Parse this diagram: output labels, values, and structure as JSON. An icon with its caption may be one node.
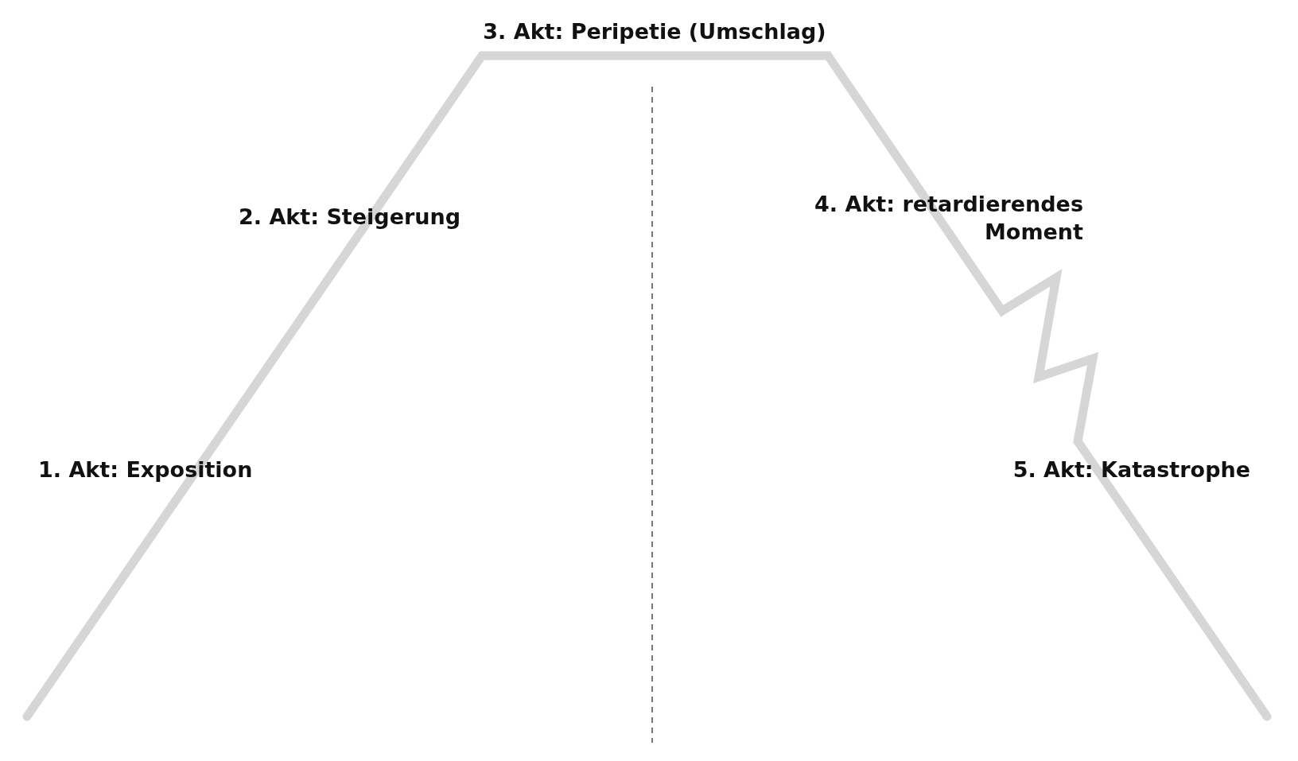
{
  "diagram": {
    "labels": [
      "1. Akt: Exposition",
      "2. Akt: Steigerung",
      "3. Akt: Peripetie (Umschlag)",
      "4. Akt: retardierendes Moment",
      "5. Akt: Katastrophe"
    ]
  }
}
